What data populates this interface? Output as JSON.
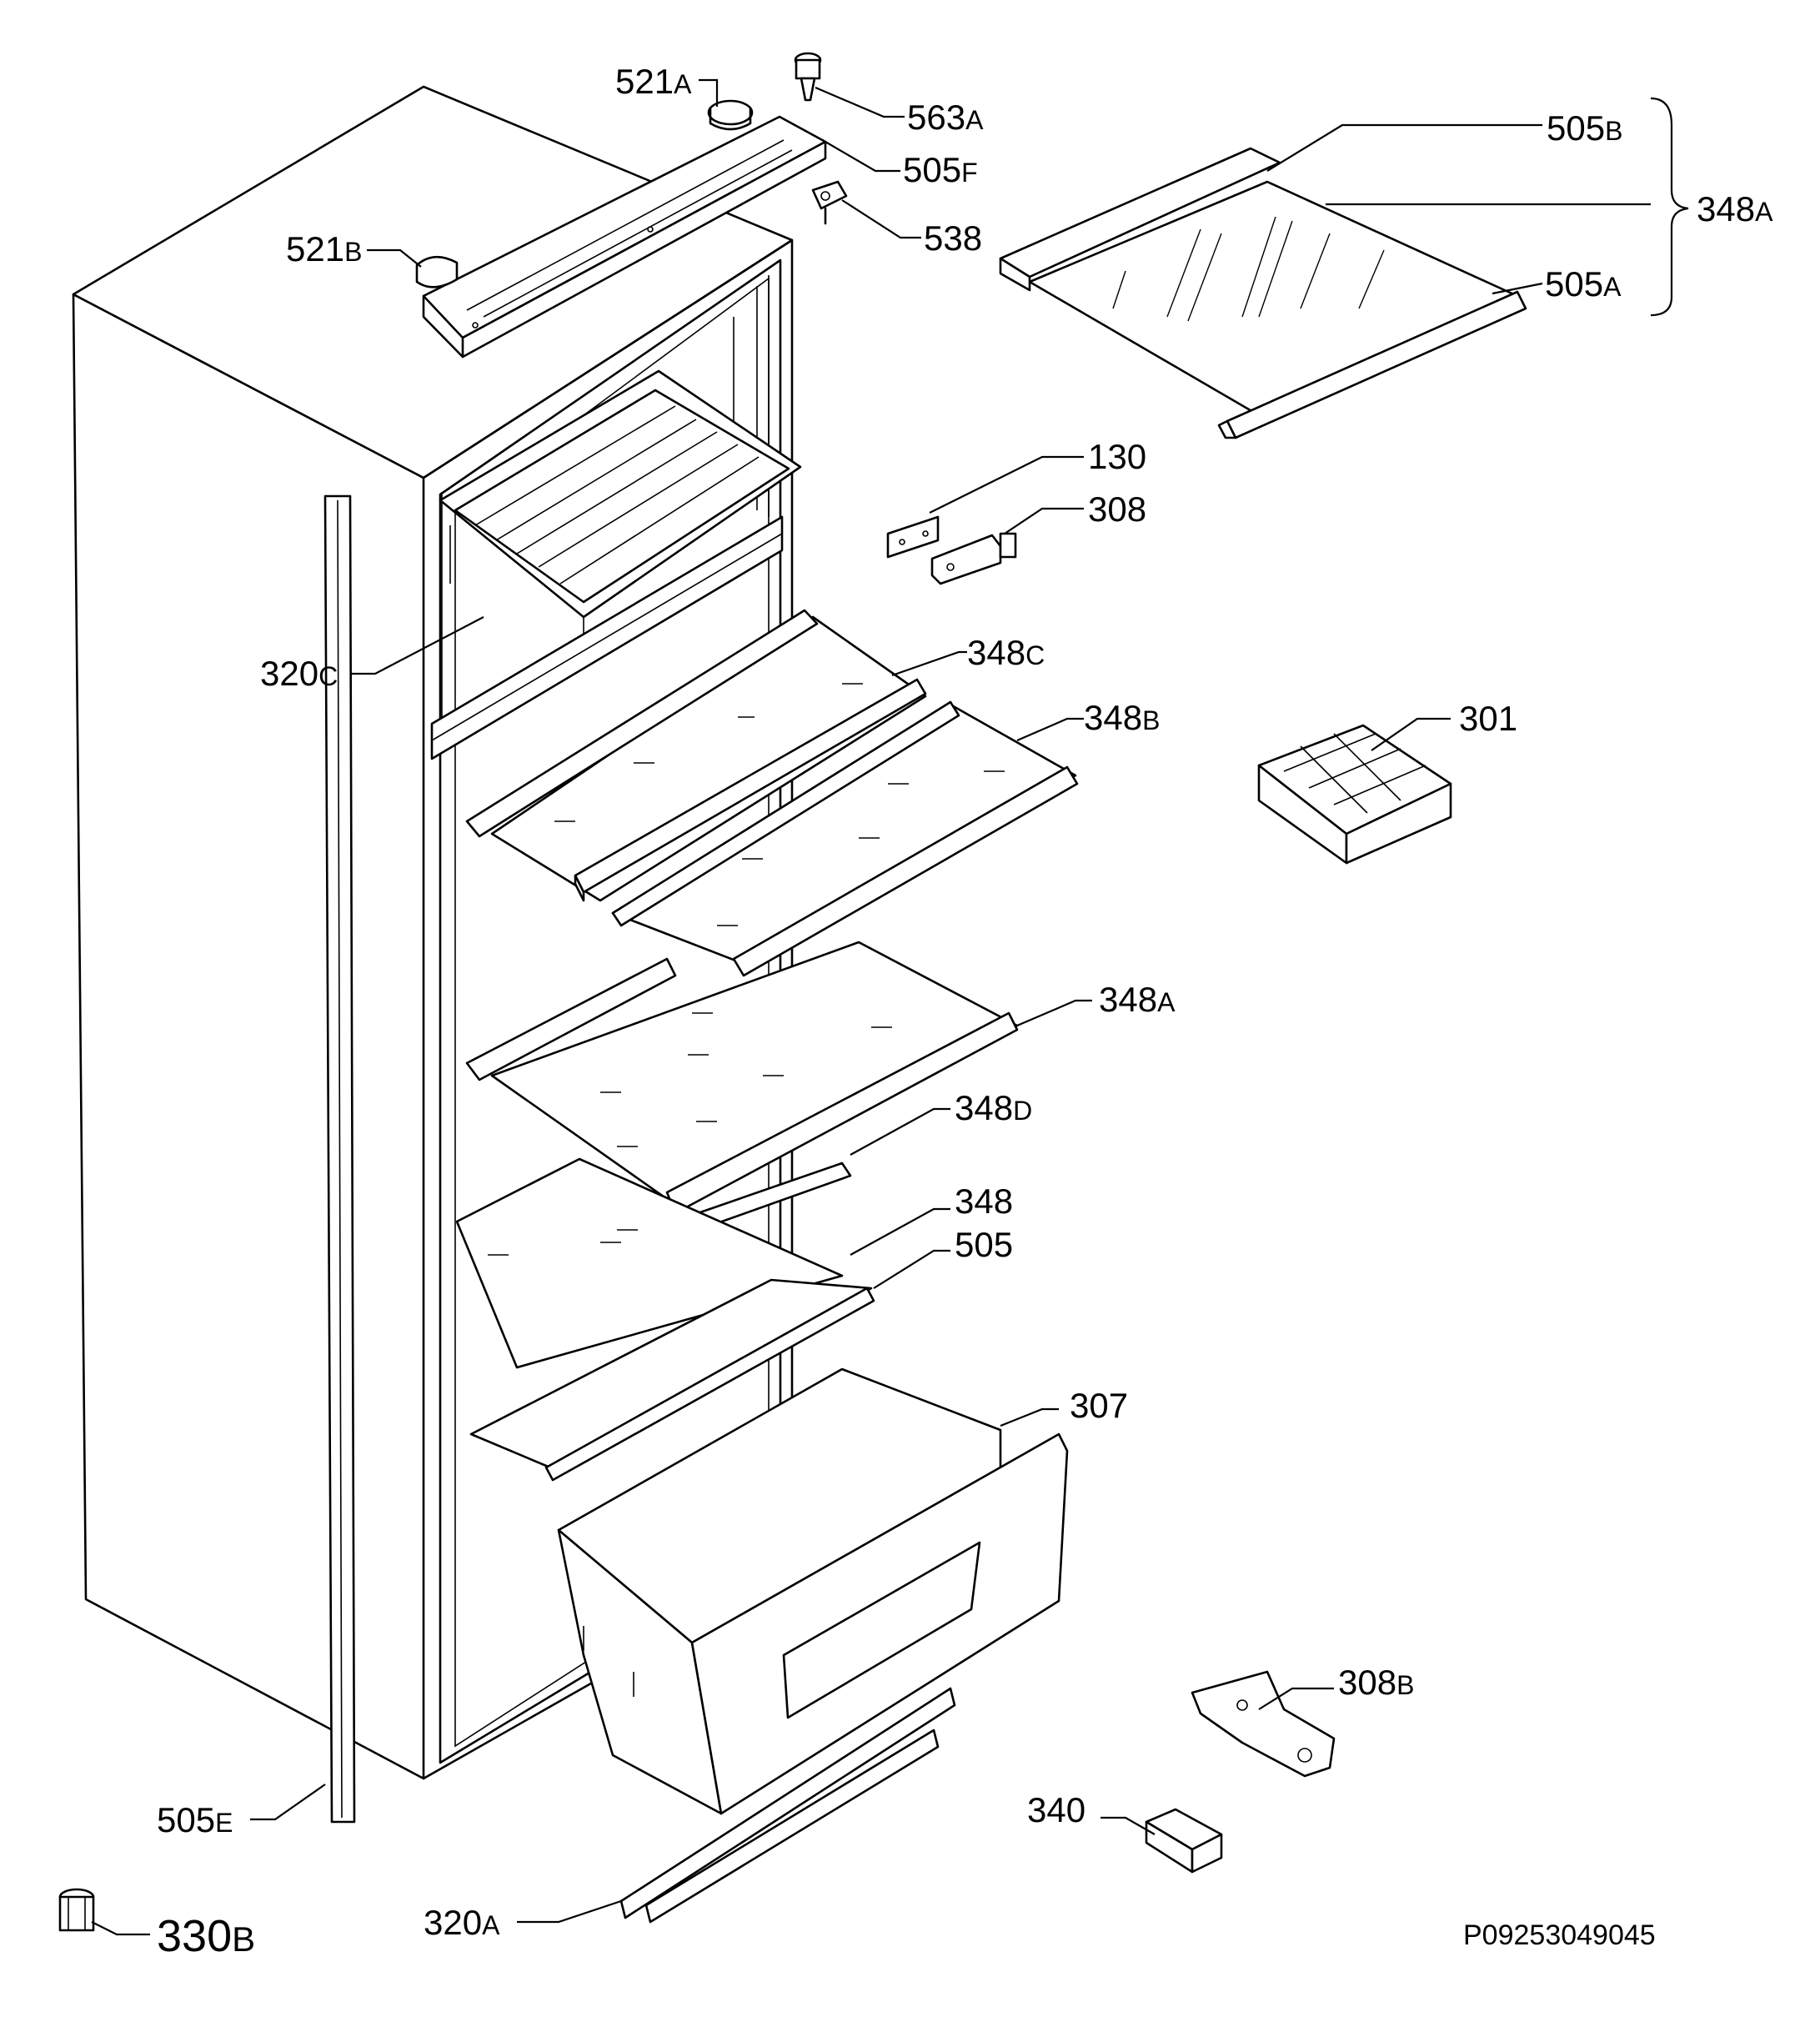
{
  "diagram": {
    "catalog_number": "P09253049045",
    "callouts": {
      "c521A": {
        "num": "521",
        "suffix": "A"
      },
      "c563A": {
        "num": "563",
        "suffix": "A"
      },
      "c505F": {
        "num": "505",
        "suffix": "F"
      },
      "c538": {
        "num": "538",
        "suffix": ""
      },
      "c521B": {
        "num": "521",
        "suffix": "B"
      },
      "c505B": {
        "num": "505",
        "suffix": "B"
      },
      "c348A_top": {
        "num": "348",
        "suffix": "A"
      },
      "c505A": {
        "num": "505",
        "suffix": "A"
      },
      "c130": {
        "num": "130",
        "suffix": ""
      },
      "c308": {
        "num": "308",
        "suffix": ""
      },
      "c320C": {
        "num": "320",
        "suffix": "C"
      },
      "c348C": {
        "num": "348",
        "suffix": "C"
      },
      "c348B": {
        "num": "348",
        "suffix": "B"
      },
      "c301": {
        "num": "301",
        "suffix": ""
      },
      "c348A": {
        "num": "348",
        "suffix": "A"
      },
      "c348D": {
        "num": "348",
        "suffix": "D"
      },
      "c348": {
        "num": "348",
        "suffix": ""
      },
      "c505": {
        "num": "505",
        "suffix": ""
      },
      "c307": {
        "num": "307",
        "suffix": ""
      },
      "c308B": {
        "num": "308",
        "suffix": "B"
      },
      "c340": {
        "num": "340",
        "suffix": ""
      },
      "c505E": {
        "num": "505",
        "suffix": "E"
      },
      "c320A": {
        "num": "320",
        "suffix": "A"
      },
      "c330B": {
        "num": "330",
        "suffix": "B"
      }
    }
  }
}
